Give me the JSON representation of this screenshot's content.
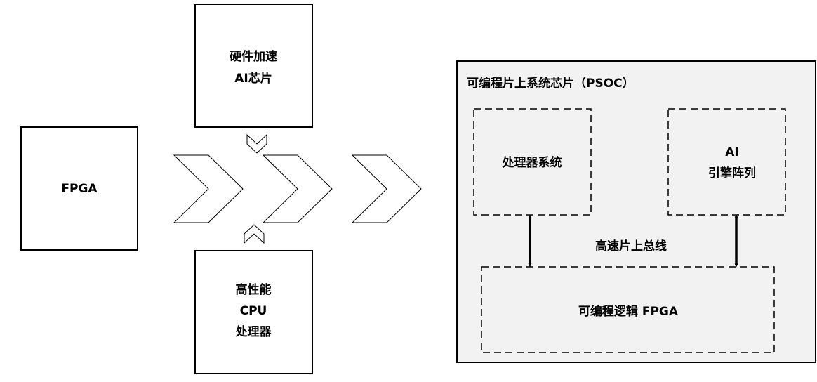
{
  "left_box": {
    "label": "FPGA"
  },
  "top_box": {
    "lines": [
      "硬件加速",
      "AI芯片"
    ]
  },
  "bottom_box": {
    "lines": [
      "高性能",
      "CPU",
      "处理器"
    ]
  },
  "psoc": {
    "title": "可编程片上系统芯片（PSOC）",
    "processor_block": {
      "label": "处理器系统"
    },
    "ai_block": {
      "lines": [
        "AI",
        "引擎阵列"
      ]
    },
    "bus_label": "高速片上总线",
    "fpga_block": {
      "label": "可编程逻辑 FPGA"
    }
  },
  "colors": {
    "stroke": "#000000",
    "psoc_fill": "#f2f2f2",
    "background": "#ffffff"
  }
}
